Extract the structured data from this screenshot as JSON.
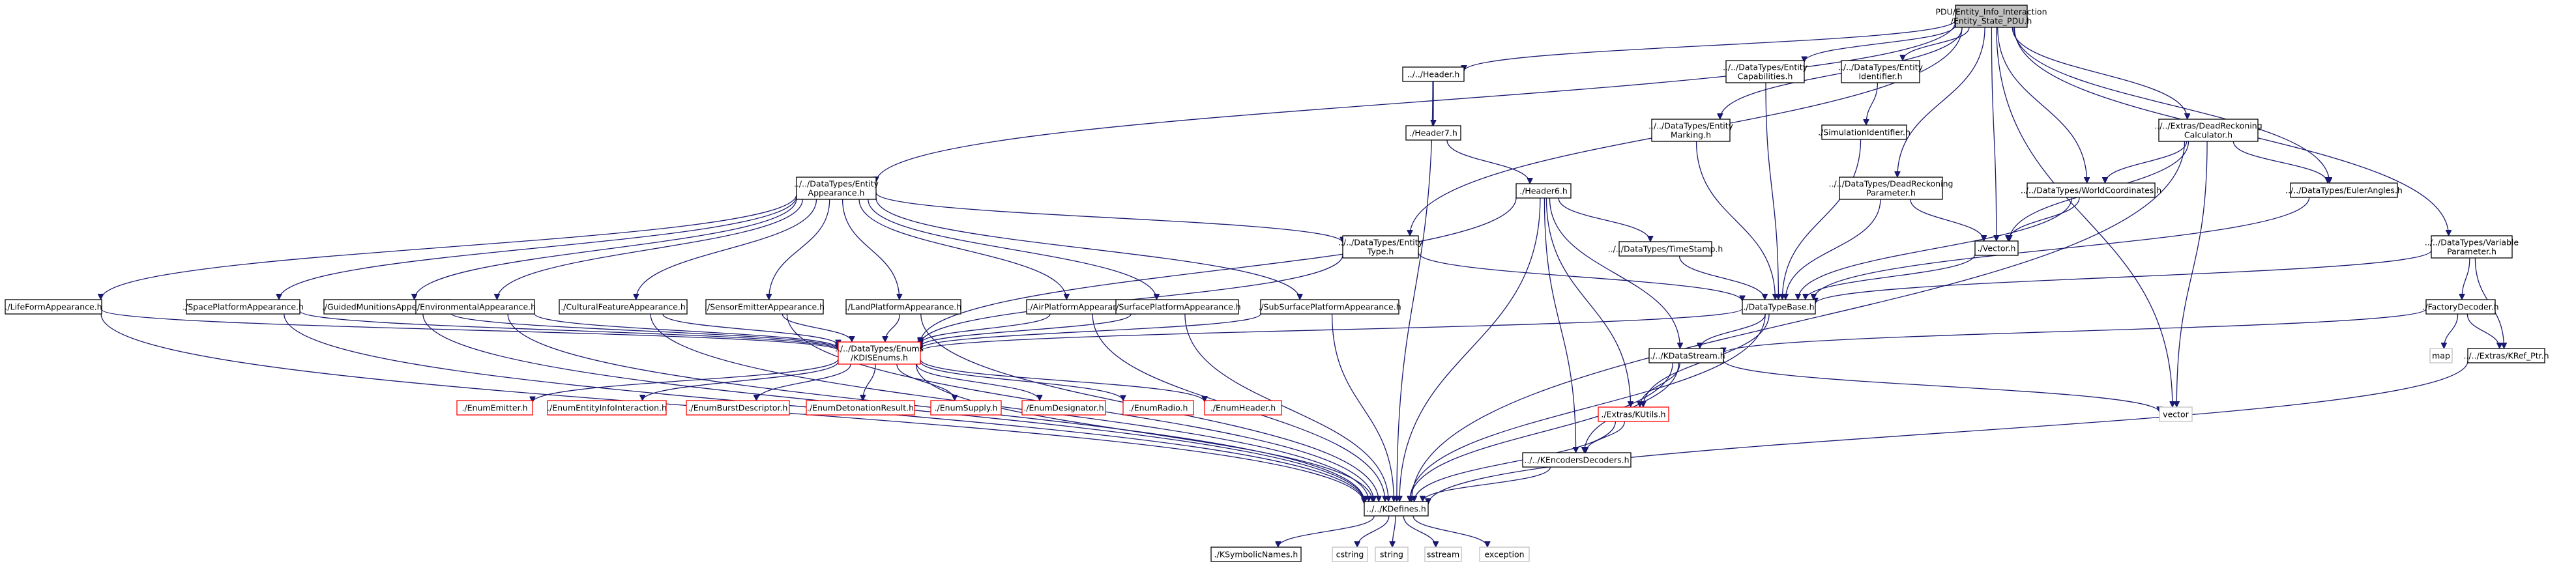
{
  "root": {
    "line1": "PDU/Entity_Info_Interaction",
    "line2": "/Entity_State_PDU.h"
  },
  "header_h": "../../Header.h",
  "header7_h": "./Header7.h",
  "header6_h": "./Header6.h",
  "timestamp_h": "../../DataTypes/TimeStamp.h",
  "entity_capabilities": {
    "line1": "../../DataTypes/Entity",
    "line2": "Capabilities.h"
  },
  "entity_identifier": {
    "line1": "../../DataTypes/Entity",
    "line2": "Identifier.h"
  },
  "simulation_identifier_h": "./SimulationIdentifier.h",
  "entity_marking": {
    "line1": "../../DataTypes/Entity",
    "line2": "Marking.h"
  },
  "dr_parameter": {
    "line1": "../../DataTypes/DeadReckoning",
    "line2": "Parameter.h"
  },
  "dr_calculator": {
    "line1": "../../Extras/DeadReckoning",
    "line2": "Calculator.h"
  },
  "world_coordinates_h": "../../DataTypes/WorldCoordinates.h",
  "euler_angles_h": "../../DataTypes/EulerAngles.h",
  "vector_h": "./Vector.h",
  "variable_parameter": {
    "line1": "../../DataTypes/Variable",
    "line2": "Parameter.h"
  },
  "factory_decoder_h": "./FactoryDecoder.h",
  "map": "map",
  "kref_ptr_h": "../../Extras/KRef_Ptr.h",
  "entity_appearance": {
    "line1": "../../DataTypes/Entity",
    "line2": "Appearance.h"
  },
  "entity_type": {
    "line1": "../../DataTypes/Entity",
    "line2": "Type.h"
  },
  "datatypebase_h": "./DataTypeBase.h",
  "kdatastream_h": "../../KDataStream.h",
  "vector_ext": "vector",
  "kutils_h": "./Extras/KUtils.h",
  "kencoders_h": "../../KEncodersDecoders.h",
  "kdefines_h": "../../KDefines.h",
  "appearances": [
    "./LifeFormAppearance.h",
    "./SpacePlatformAppearance.h",
    "./GuidedMunitionsAppearance.h",
    "./EnvironmentalAppearance.h",
    "./CulturalFeatureAppearance.h",
    "./SensorEmitterAppearance.h",
    "./LandPlatformAppearance.h",
    "./AirPlatformAppearance.h",
    "./SurfacePlatformAppearance.h",
    "./SubSurfacePlatformAppearance.h"
  ],
  "kdis_enums": {
    "line1": "../../DataTypes/Enums",
    "line2": "/KDISEnums.h"
  },
  "enums": [
    "./EnumEmitter.h",
    "./EnumEntityInfoInteraction.h",
    "./EnumBurstDescriptor.h",
    "./EnumDetonationResult.h",
    "./EnumSupply.h",
    "./EnumDesignator.h",
    "./EnumRadio.h",
    "./EnumHeader.h"
  ],
  "bottom_deps": [
    "./KSymbolicNames.h",
    "cstring",
    "string",
    "sstream",
    "exception"
  ]
}
